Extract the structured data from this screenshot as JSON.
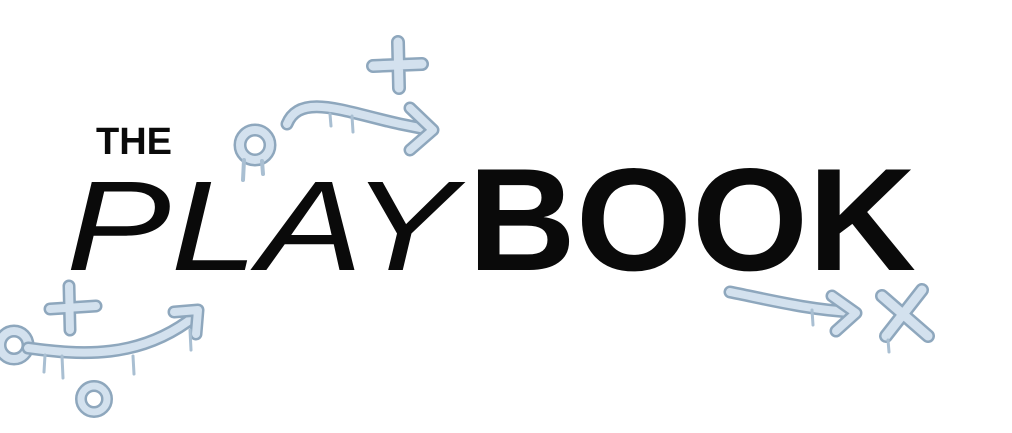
{
  "logo": {
    "line1": "THE",
    "play": "PLAY",
    "book": "BOOK",
    "text_color": "#0a0a0a",
    "chalk_fill": "#d3e1ee",
    "chalk_stroke": "#8ea7bd"
  }
}
